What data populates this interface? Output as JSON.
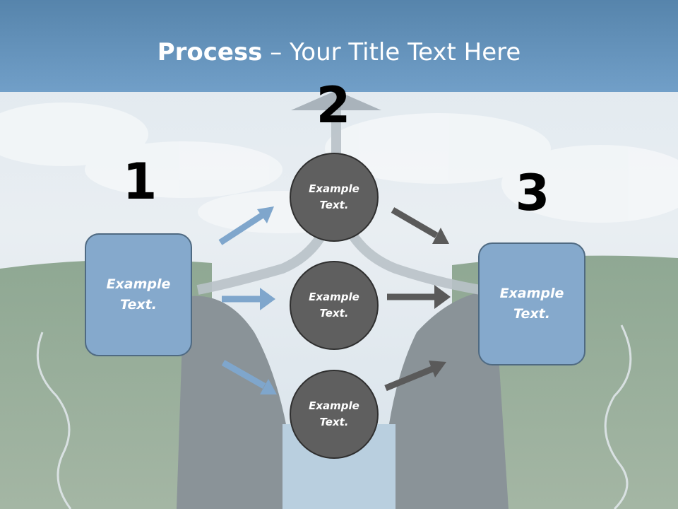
{
  "title": {
    "bold": "Process",
    "rest": " – Your Title Text Here"
  },
  "steps": {
    "one": {
      "number": "1",
      "text": "Example Text."
    },
    "two": {
      "number": "2"
    },
    "three": {
      "number": "3",
      "text": "Example Text."
    }
  },
  "circles": [
    {
      "text": "Example Text."
    },
    {
      "text": "Example Text."
    },
    {
      "text": "Example Text."
    }
  ],
  "colors": {
    "title_bar": "#5d8fbd",
    "box_fill": "#85a9cc",
    "circle_fill": "#5f5f5f",
    "blue_arrow": "#7fa6cc",
    "gray_arrow": "#5a5a5a"
  }
}
